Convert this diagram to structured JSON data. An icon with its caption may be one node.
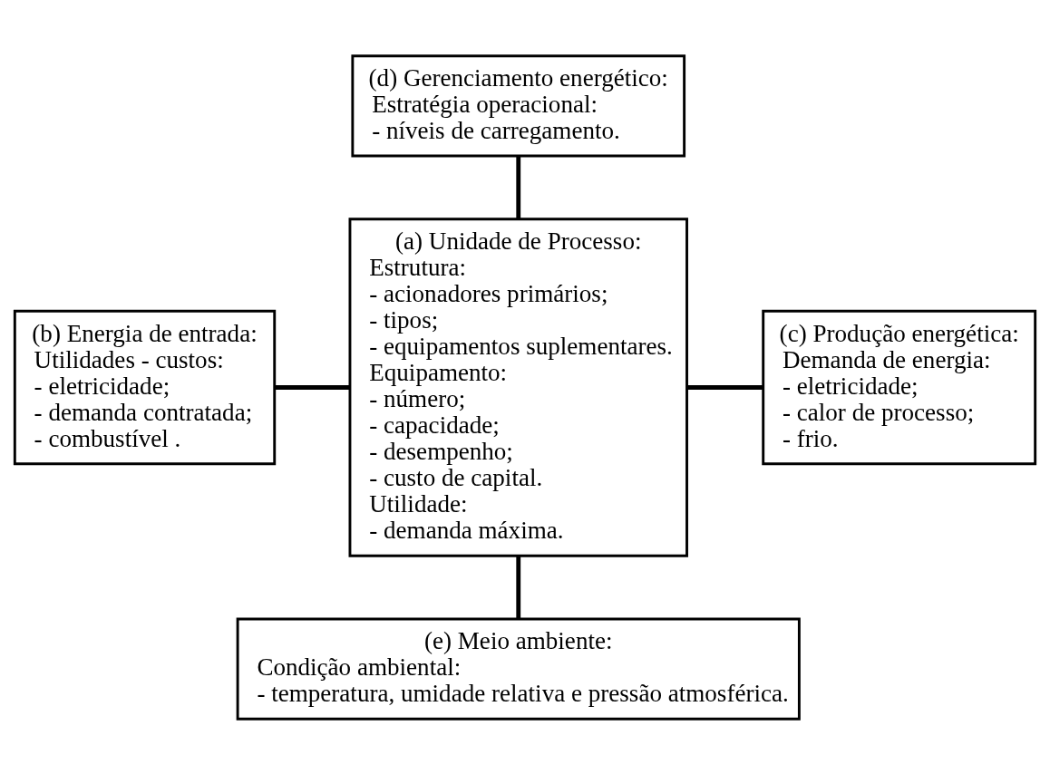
{
  "diagram": {
    "nodes": [
      {
        "text": [
          "(d) Gerenciamento energético:",
          "Estratégia operacional:",
          "- níveis de carregamento."
        ]
      },
      {
        "text": [
          "(a) Unidade de Processo:",
          "Estrutura:",
          "- acionadores primários;",
          "- tipos;",
          "- equipamentos suplementares.",
          "Equipamento:",
          "- número;",
          "- capacidade;",
          "- desempenho;",
          "- custo de capital.",
          "Utilidade:",
          "- demanda máxima."
        ]
      },
      {
        "text": [
          "(b) Energia de entrada:",
          "Utilidades - custos:",
          "- eletricidade;",
          "- demanda contratada;",
          "- combustível ."
        ]
      },
      {
        "text": [
          "(c) Produção energética:",
          "Demanda de energia:",
          "- eletricidade;",
          "- calor de processo;",
          "- frio."
        ]
      },
      {
        "text": [
          "(e) Meio ambiente:",
          "Condição ambiental:",
          "- temperatura, umidade relativa e pressão atmosférica."
        ]
      }
    ],
    "edges": [
      {
        "from": 0,
        "to": 1,
        "arrow": "none"
      },
      {
        "from": 2,
        "to": 1,
        "arrow": "none"
      },
      {
        "from": 1,
        "to": 3,
        "arrow": "none"
      },
      {
        "from": 1,
        "to": 4,
        "arrow": "none"
      }
    ]
  }
}
